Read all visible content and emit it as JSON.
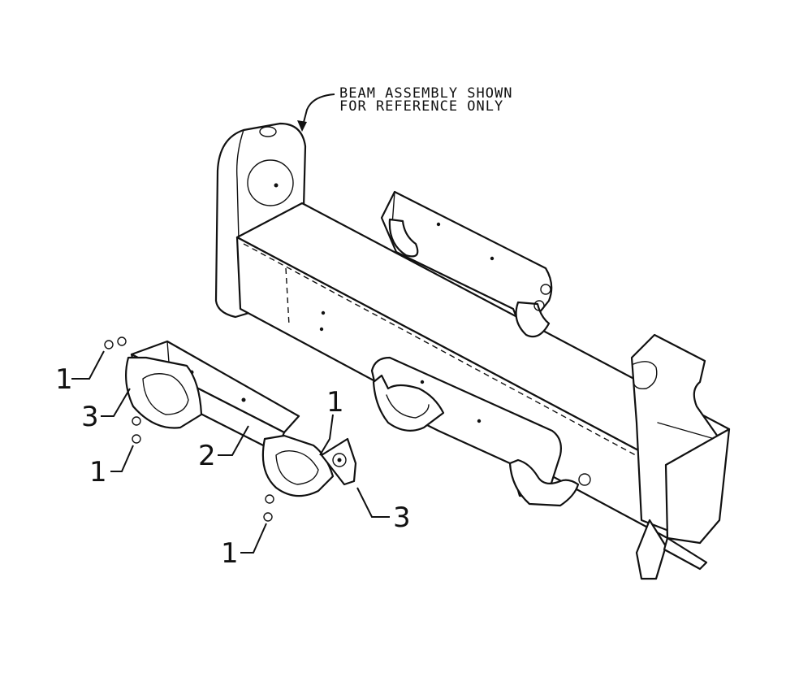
{
  "note": {
    "line1": "BEAM ASSEMBLY SHOWN",
    "line2": "FOR REFERENCE ONLY"
  },
  "callouts": [
    {
      "id": "c1",
      "label": "1"
    },
    {
      "id": "c2",
      "label": "3"
    },
    {
      "id": "c3",
      "label": "1"
    },
    {
      "id": "c4",
      "label": "2"
    },
    {
      "id": "c5",
      "label": "1"
    },
    {
      "id": "c6",
      "label": "3"
    },
    {
      "id": "c7",
      "label": "1"
    }
  ]
}
